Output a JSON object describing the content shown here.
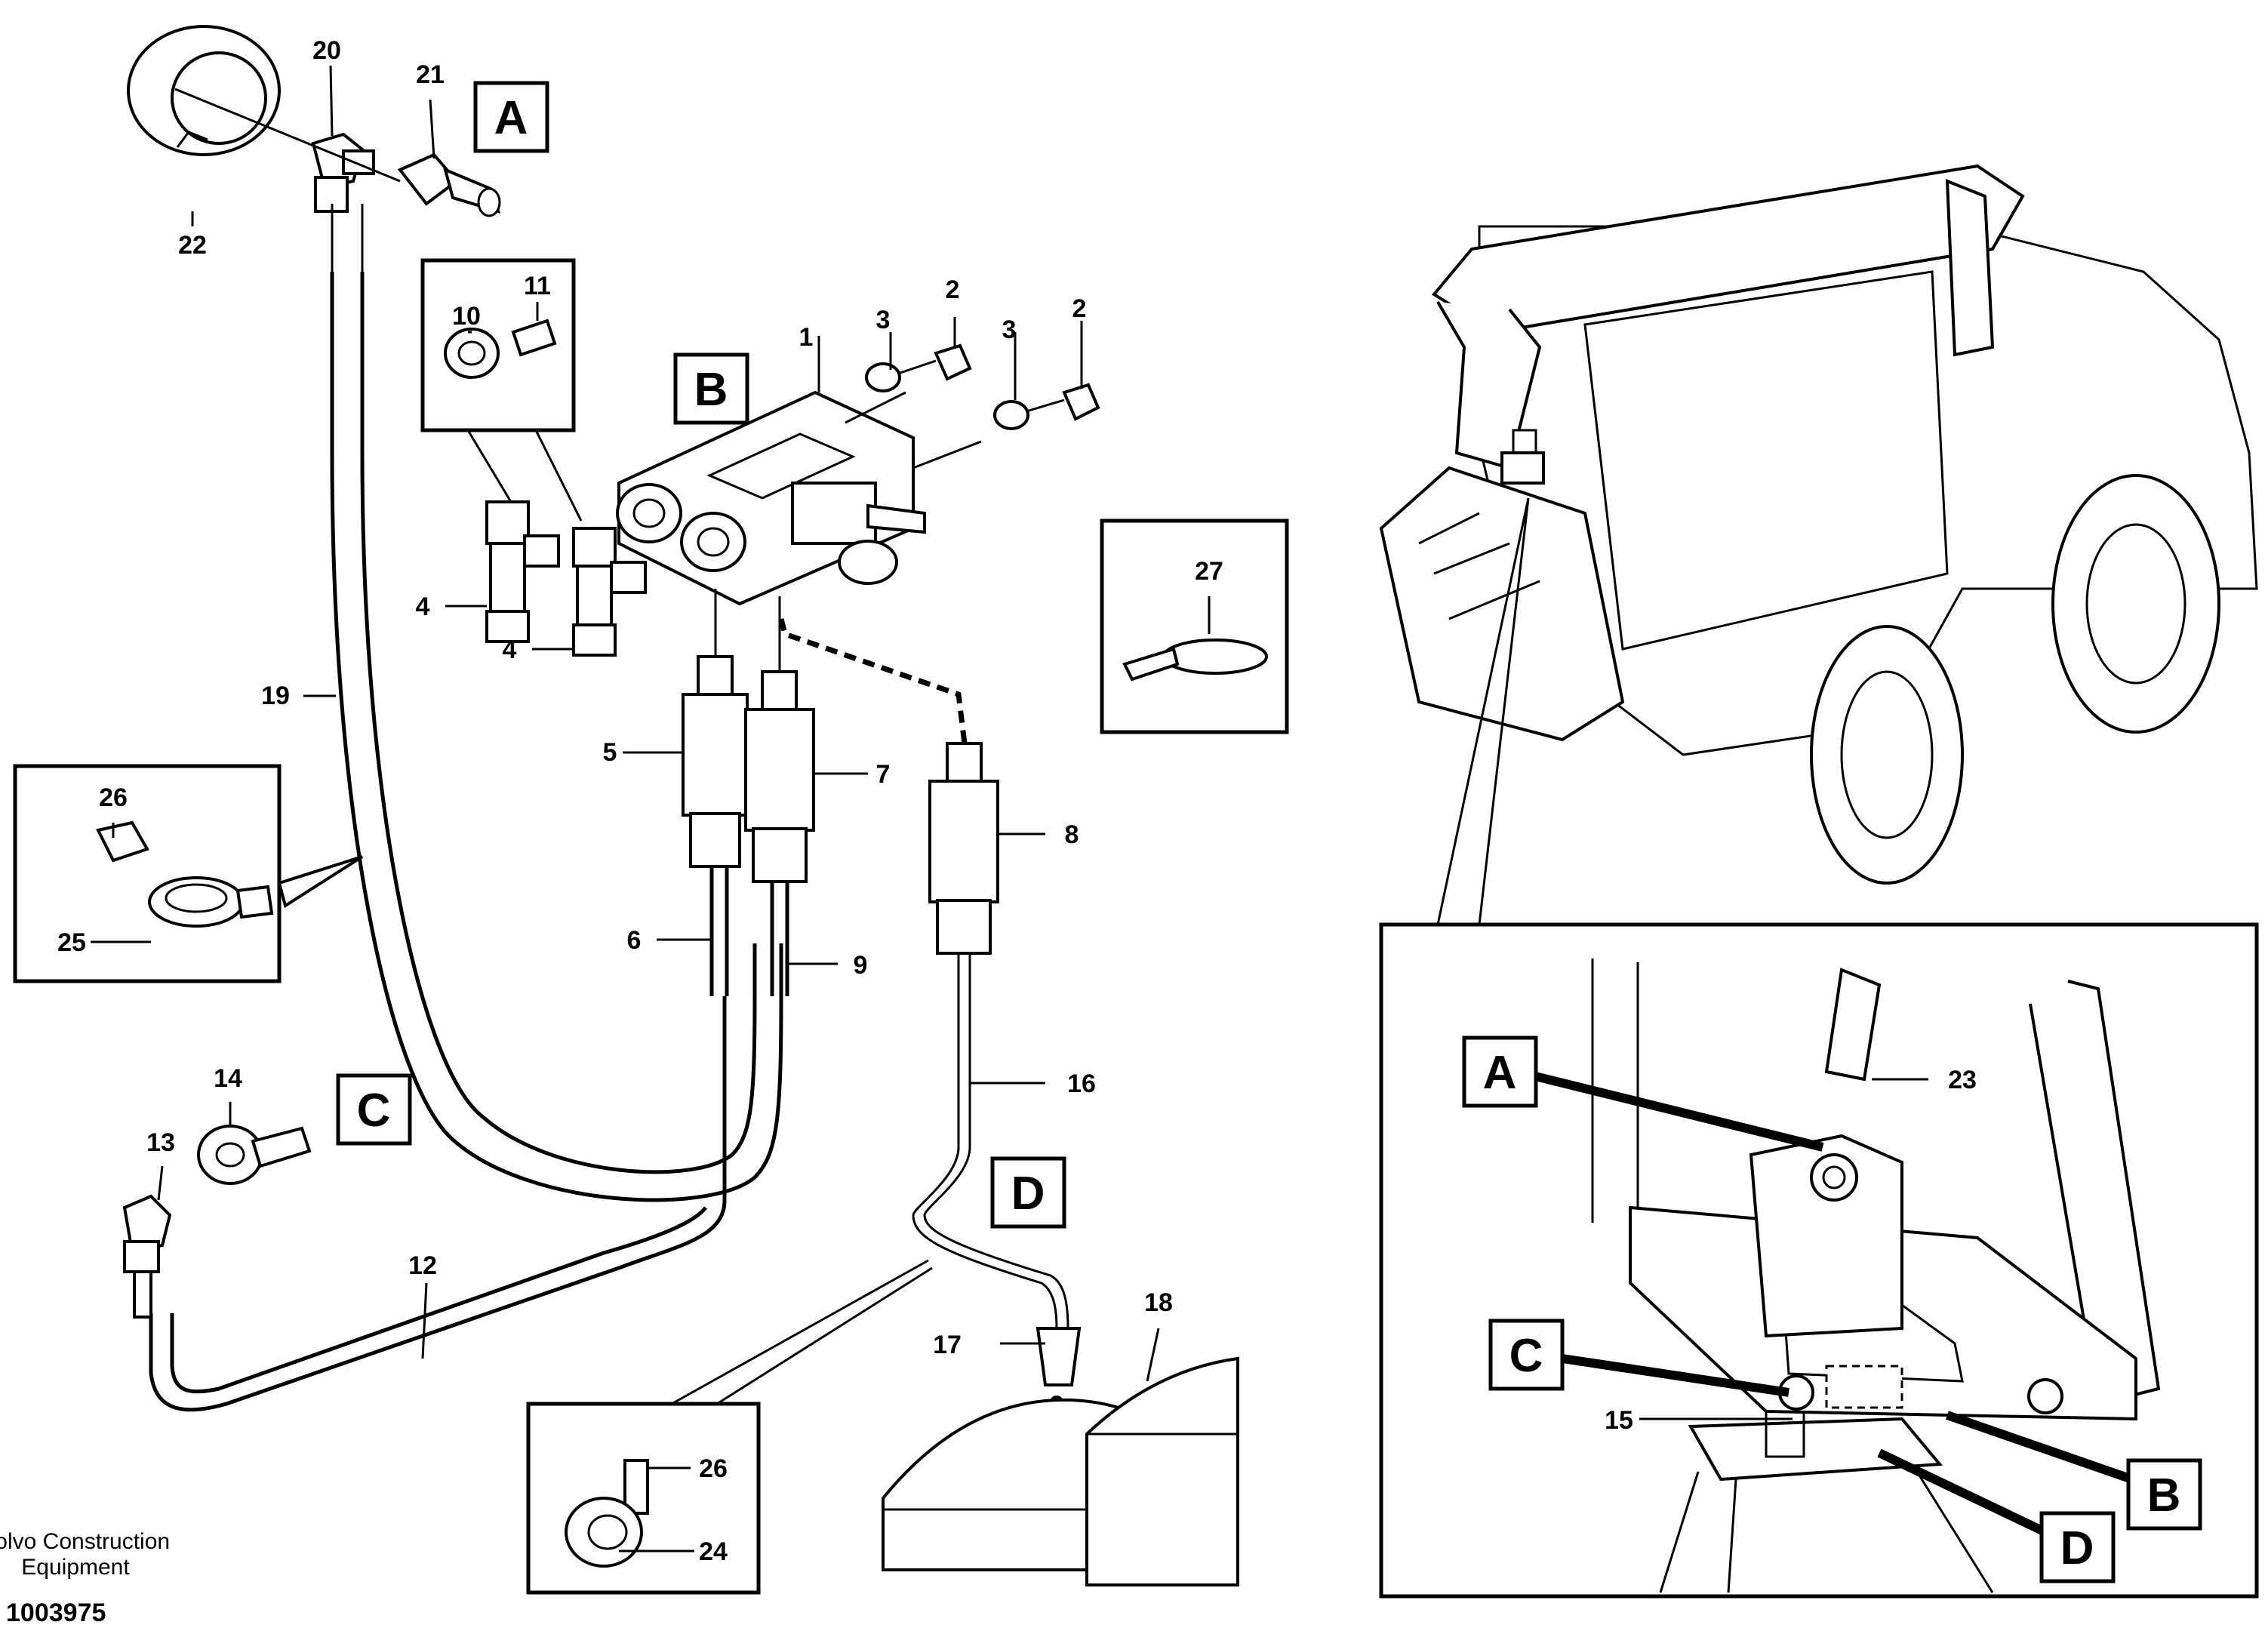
{
  "callouts": {
    "n1": "1",
    "n2a": "2",
    "n2b": "2",
    "n3a": "3",
    "n3b": "3",
    "n4a": "4",
    "n4b": "4",
    "n5": "5",
    "n6": "6",
    "n7": "7",
    "n8": "8",
    "n9": "9",
    "n10": "10",
    "n11": "11",
    "n12": "12",
    "n13": "13",
    "n14": "14",
    "n15": "15",
    "n16": "16",
    "n17": "17",
    "n18": "18",
    "n19": "19",
    "n20": "20",
    "n21": "21",
    "n22": "22",
    "n23": "23",
    "n24": "24",
    "n25": "25",
    "n26a": "26",
    "n26b": "26",
    "n27": "27"
  },
  "section_labels": {
    "a_main": "A",
    "b_main": "B",
    "c_main": "C",
    "d_main": "D",
    "a_detail": "A",
    "b_detail": "B",
    "c_detail": "C",
    "d_detail": "D"
  },
  "footer": {
    "company_line1": "Volvo Construction",
    "company_line2": "Equipment",
    "part_number": "1003975"
  }
}
